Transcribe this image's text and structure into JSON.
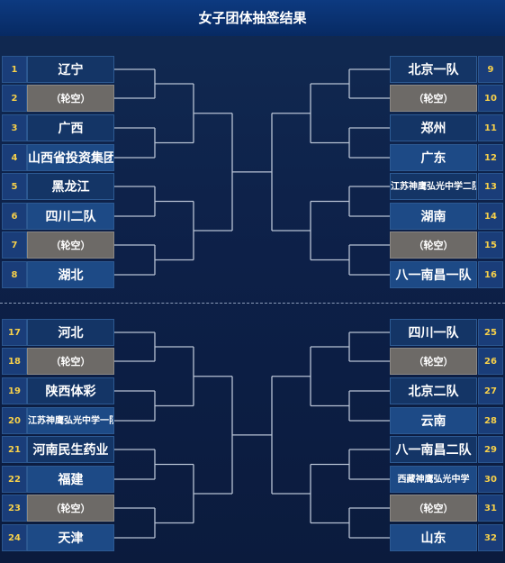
{
  "title": "女子团体抽签结果",
  "colors": {
    "line": "#b7c2d4",
    "seed": "#f7d04a",
    "bye_bg": "#6d6a67"
  },
  "left": [
    {
      "seed": "1",
      "team": "辽宁",
      "bye": false
    },
    {
      "seed": "2",
      "team": "（轮空）",
      "bye": true
    },
    {
      "seed": "3",
      "team": "广西",
      "bye": false
    },
    {
      "seed": "4",
      "team": "山西省投资集团",
      "bye": false
    },
    {
      "seed": "5",
      "team": "黑龙江",
      "bye": false
    },
    {
      "seed": "6",
      "team": "四川二队",
      "bye": false
    },
    {
      "seed": "7",
      "team": "（轮空）",
      "bye": true
    },
    {
      "seed": "8",
      "team": "湖北",
      "bye": false
    },
    {
      "seed": "17",
      "team": "河北",
      "bye": false
    },
    {
      "seed": "18",
      "team": "（轮空）",
      "bye": true
    },
    {
      "seed": "19",
      "team": "陕西体彩",
      "bye": false
    },
    {
      "seed": "20",
      "team": "江苏神鹰弘光中学一队",
      "bye": false
    },
    {
      "seed": "21",
      "team": "河南民生药业",
      "bye": false
    },
    {
      "seed": "22",
      "team": "福建",
      "bye": false
    },
    {
      "seed": "23",
      "team": "（轮空）",
      "bye": true
    },
    {
      "seed": "24",
      "team": "天津",
      "bye": false
    }
  ],
  "right": [
    {
      "seed": "9",
      "team": "北京一队",
      "bye": false
    },
    {
      "seed": "10",
      "team": "（轮空）",
      "bye": true
    },
    {
      "seed": "11",
      "team": "郑州",
      "bye": false
    },
    {
      "seed": "12",
      "team": "广东",
      "bye": false
    },
    {
      "seed": "13",
      "team": "江苏神鹰弘光中学二队",
      "bye": false
    },
    {
      "seed": "14",
      "team": "湖南",
      "bye": false
    },
    {
      "seed": "15",
      "team": "（轮空）",
      "bye": true
    },
    {
      "seed": "16",
      "team": "八一南昌一队",
      "bye": false
    },
    {
      "seed": "25",
      "team": "四川一队",
      "bye": false
    },
    {
      "seed": "26",
      "team": "（轮空）",
      "bye": true
    },
    {
      "seed": "27",
      "team": "北京二队",
      "bye": false
    },
    {
      "seed": "28",
      "team": "云南",
      "bye": false
    },
    {
      "seed": "29",
      "team": "八一南昌二队",
      "bye": false
    },
    {
      "seed": "30",
      "team": "西藏神鹰弘光中学",
      "bye": false
    },
    {
      "seed": "31",
      "team": "（轮空）",
      "bye": true
    },
    {
      "seed": "32",
      "team": "山东",
      "bye": false
    }
  ]
}
